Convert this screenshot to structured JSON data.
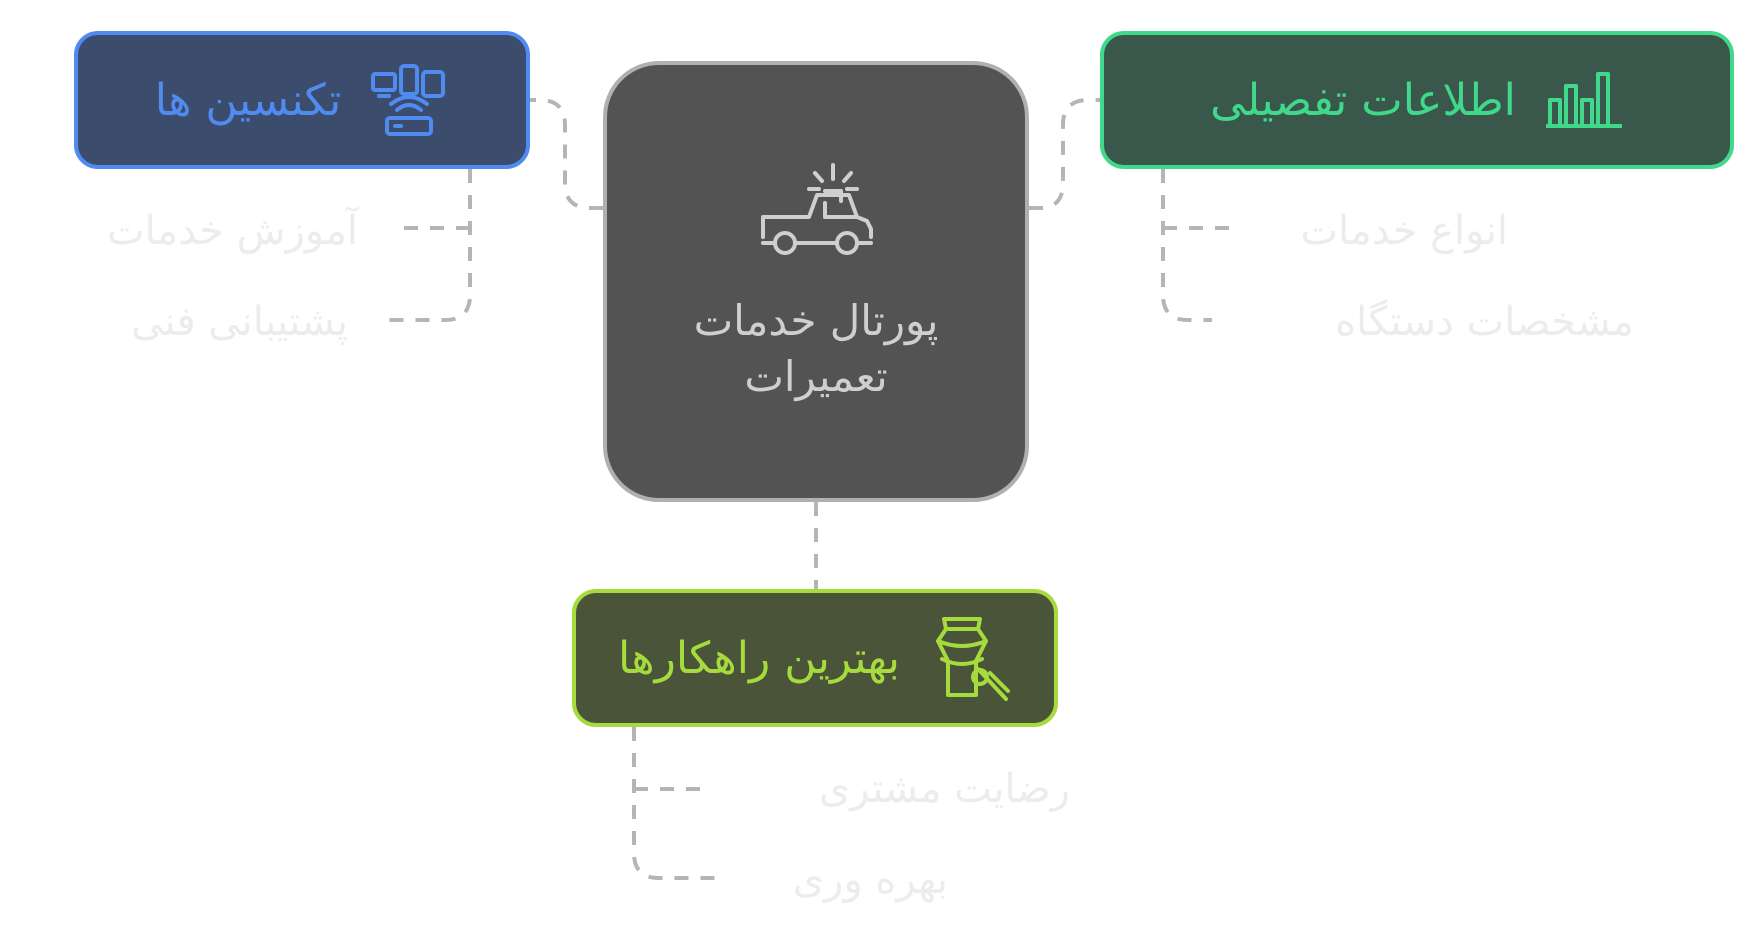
{
  "center": {
    "title": "پورتال خدمات تعمیرات",
    "icon": "emergency-vehicle-icon",
    "background": "#535353",
    "border": "#b0b0b0",
    "text_color": "#cfcfcf"
  },
  "branches": [
    {
      "id": "technicians",
      "label": "تکنسین ها",
      "icon": "devices-router-icon",
      "background": "#3b4c6c",
      "accent": "#4f8bf0",
      "items": [
        "آموزش خدمات",
        "پشتیبانی فنی"
      ]
    },
    {
      "id": "details",
      "label": "اطلاعات تفصیلی",
      "icon": "bar-chart-icon",
      "background": "#39574a",
      "accent": "#40d88a",
      "items": [
        "انواع خدمات",
        "مشخصات دستگاه"
      ]
    },
    {
      "id": "solutions",
      "label": "بهترین راهکارها",
      "icon": "vase-brush-icon",
      "background": "#4a5439",
      "accent": "#a6db3d",
      "items": [
        "رضایت مشتری",
        "بهره وری"
      ]
    }
  ],
  "connector_color": "#b5b5b5",
  "sub_item_color": "#ececec"
}
